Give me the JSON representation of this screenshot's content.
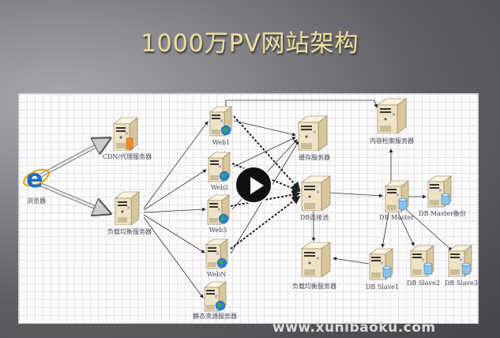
{
  "slide": {
    "title": "1000万PV网站架构",
    "watermark": "www.xunibaoku.com",
    "play_button": {
      "icon": "play-icon",
      "state": "paused"
    }
  },
  "colors": {
    "background": "#5f5e63",
    "title": "#e9dca0",
    "panel": "#fbfbfb",
    "grid": "#e2e2e6",
    "server_body": "#efe3c6",
    "globe": "#2a7fd4",
    "db_cylinder": "#8cc4ec",
    "cdn_accent": "#f08a2a",
    "link": "#333333"
  },
  "diagram": {
    "nodes": [
      {
        "id": "browser",
        "label": "浏览器",
        "icon": "ie-browser-icon"
      },
      {
        "id": "cdn",
        "label": "CDN/代理服务器",
        "icon": "server-icon",
        "badge": "cdn-icon"
      },
      {
        "id": "lb1",
        "label": "负载均衡服务器",
        "icon": "server-icon"
      },
      {
        "id": "web1",
        "label": "Web1",
        "icon": "server-icon",
        "badge": "globe-icon"
      },
      {
        "id": "web2",
        "label": "Web2",
        "icon": "server-icon",
        "badge": "globe-icon"
      },
      {
        "id": "web3",
        "label": "Web3",
        "icon": "server-icon",
        "badge": "globe-icon"
      },
      {
        "id": "webN",
        "label": "WebN",
        "icon": "server-icon",
        "badge": "globe-icon"
      },
      {
        "id": "static",
        "label": "静态资源服务器",
        "icon": "server-icon",
        "badge": "globe-icon"
      },
      {
        "id": "cache",
        "label": "缓存服务器",
        "icon": "server-icon"
      },
      {
        "id": "dbpool",
        "label": "DB连接池",
        "icon": "server-icon"
      },
      {
        "id": "search",
        "label": "内容检索服务器",
        "icon": "server-icon"
      },
      {
        "id": "lb2",
        "label": "负载均衡服务器",
        "icon": "server-icon"
      },
      {
        "id": "dbmaster",
        "label": "DB Master",
        "icon": "server-icon",
        "badge": "database-icon"
      },
      {
        "id": "dbbackup",
        "label": "DB Master备份",
        "icon": "server-icon",
        "badge": "database-icon"
      },
      {
        "id": "slave1",
        "label": "DB Slave1",
        "icon": "server-icon",
        "badge": "database-icon"
      },
      {
        "id": "slave2",
        "label": "DB Slave2",
        "icon": "server-icon",
        "badge": "database-icon"
      },
      {
        "id": "slave3",
        "label": "DB Slave3",
        "icon": "server-icon",
        "badge": "database-icon"
      }
    ],
    "edges": [
      {
        "from": "browser",
        "to": "cdn",
        "style": "double"
      },
      {
        "from": "browser",
        "to": "lb1",
        "style": "double"
      },
      {
        "from": "lb1",
        "to": "web1",
        "style": "solid"
      },
      {
        "from": "lb1",
        "to": "web2",
        "style": "solid"
      },
      {
        "from": "lb1",
        "to": "web3",
        "style": "solid"
      },
      {
        "from": "lb1",
        "to": "webN",
        "style": "solid"
      },
      {
        "from": "lb1",
        "to": "static",
        "style": "solid"
      },
      {
        "from": "web1",
        "to": "search",
        "style": "solid"
      },
      {
        "from": "web1",
        "to": "cache",
        "style": "solid"
      },
      {
        "from": "web2",
        "to": "cache",
        "style": "solid"
      },
      {
        "from": "web3",
        "to": "cache",
        "style": "solid"
      },
      {
        "from": "webN",
        "to": "cache",
        "style": "solid"
      },
      {
        "from": "web1",
        "to": "dbpool",
        "style": "dashed"
      },
      {
        "from": "web2",
        "to": "dbpool",
        "style": "dashed"
      },
      {
        "from": "web3",
        "to": "dbpool",
        "style": "dashed"
      },
      {
        "from": "webN",
        "to": "dbpool",
        "style": "dashed"
      },
      {
        "from": "dbpool",
        "to": "dbmaster",
        "style": "solid"
      },
      {
        "from": "dbpool",
        "to": "lb2",
        "style": "solid"
      },
      {
        "from": "dbmaster",
        "to": "search",
        "style": "solid"
      },
      {
        "from": "dbmaster",
        "to": "dbbackup",
        "style": "solid"
      },
      {
        "from": "dbmaster",
        "to": "slave1",
        "style": "solid"
      },
      {
        "from": "dbmaster",
        "to": "slave2",
        "style": "solid"
      },
      {
        "from": "dbmaster",
        "to": "slave3",
        "style": "solid"
      },
      {
        "from": "slave1",
        "to": "lb2",
        "style": "solid"
      }
    ]
  }
}
